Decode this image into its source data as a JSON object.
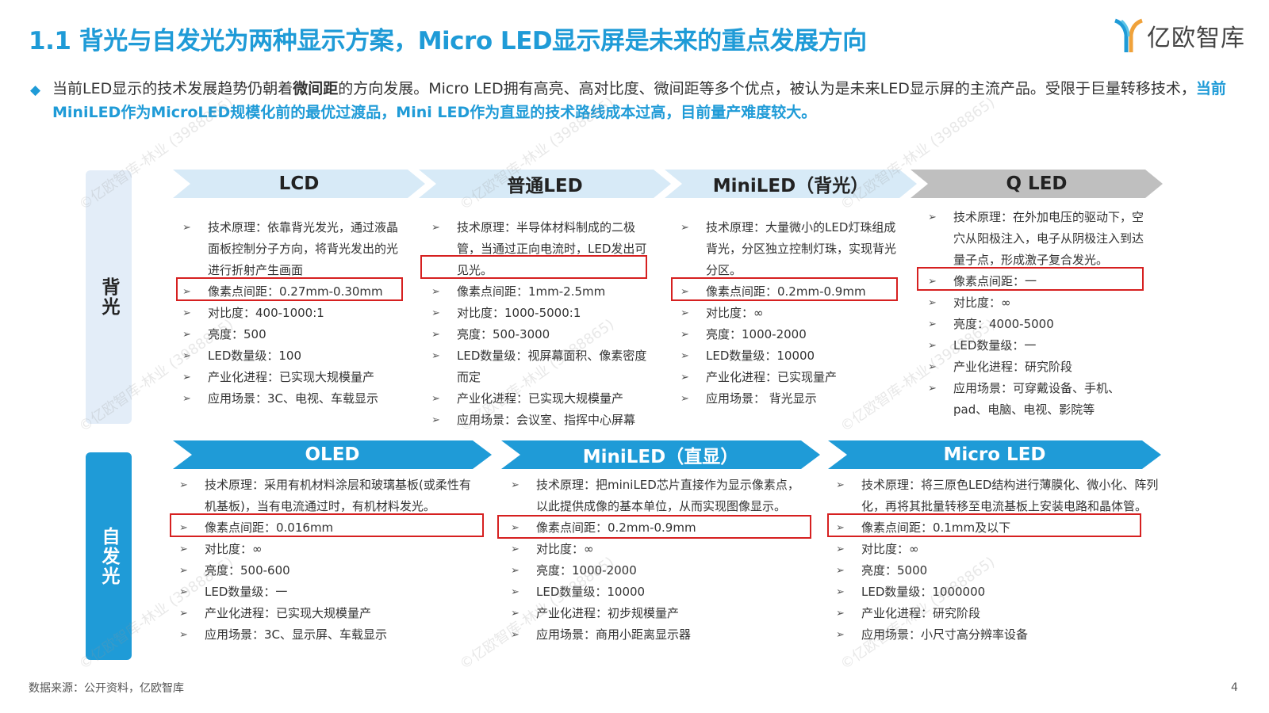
{
  "header": {
    "title": "1.1 背光与自发光为两种显示方案，Micro LED显示屏是未来的重点发展方向",
    "logo_text": "亿欧智库"
  },
  "intro": {
    "part1": "当前LED显示的技术发展趋势仍朝着",
    "bold1": "微间距",
    "part2": "的方向发展。Micro LED拥有高亮、高对比度、微间距等多个优点，被认为是未来LED显示屏的主流产品。受限于巨量转移技术，",
    "highlight": "当前MiniLED作为MicroLED规模化前的最优过渡品，Mini LED作为直显的技术路线成本过高，目前量产难度较大。"
  },
  "groups": {
    "backlight": "背光",
    "self_emissive": "自发光"
  },
  "columns": {
    "lcd": {
      "title": "LCD",
      "items": [
        "技术原理：依靠背光发光，通过液晶面板控制分子方向，将背光发出的光进行折射产生画面",
        "像素点间距：0.27mm-0.30mm",
        "对比度：400-1000:1",
        "亮度：500",
        "LED数量级：100",
        "产业化进程：已实现大规模量产",
        "应用场景：3C、电视、车载显示"
      ]
    },
    "normal_led": {
      "title": "普通LED",
      "items": [
        "技术原理：半导体材料制成的二极管，当通过正向电流时，LED发出可见光。",
        "像素点间距：1mm-2.5mm",
        "对比度：1000-5000:1",
        "亮度：500-3000",
        "LED数量级：视屏幕面积、像素密度而定",
        "产业化进程：已实现大规模量产",
        "应用场景：会议室、指挥中心屏幕"
      ]
    },
    "miniled_backlight": {
      "title": "MiniLED（背光）",
      "items": [
        "技术原理：大量微小的LED灯珠组成背光，分区独立控制灯珠，实现背光分区。",
        "像素点间距：0.2mm-0.9mm",
        "对比度：∞",
        "亮度：1000-2000",
        "LED数量级：10000",
        "产业化进程：已实现量产",
        "应用场景： 背光显示"
      ]
    },
    "qled": {
      "title": "Q LED",
      "items": [
        "技术原理：在外加电压的驱动下，空穴从阳极注入，电子从阴极注入到达量子点，形成激子复合发光。",
        "像素点间距：一",
        "对比度：∞",
        "亮度：4000-5000",
        "LED数量级：一",
        "产业化进程：研究阶段",
        "应用场景：可穿戴设备、手机、pad、电脑、电视、影院等"
      ]
    },
    "oled": {
      "title": "OLED",
      "items": [
        "技术原理：采用有机材料涂层和玻璃基板(或柔性有机基板)，当有电流通过时，有机材料发光。",
        "像素点间距：0.016mm",
        "对比度：∞",
        "亮度：500-600",
        "LED数量级：一",
        "产业化进程：已实现大规模量产",
        "应用场景：3C、显示屏、车载显示"
      ]
    },
    "miniled_direct": {
      "title": "MiniLED（直显）",
      "items": [
        "技术原理：把miniLED芯片直接作为显示像素点，以此提供成像的基本单位，从而实现图像显示。",
        "像素点间距：0.2mm-0.9mm",
        "对比度：∞",
        "亮度：1000-2000",
        "LED数量级：10000",
        "产业化进程：初步规模量产",
        "应用场景：商用小距离显示器"
      ]
    },
    "microled": {
      "title": "Micro LED",
      "items": [
        "技术原理：将三原色LED结构进行薄膜化、微小化、阵列化，再将其批量转移至电流基板上安装电路和晶体管。",
        "像素点间距：0.1mm及以下",
        "对比度：∞",
        "亮度：5000",
        "LED数量级：1000000",
        "产业化进程：研究阶段",
        "应用场景：小尺寸高分辨率设备"
      ]
    }
  },
  "bullet_glyph": "➢",
  "watermark": "©亿欧智库-林业 (3988865)",
  "footer": {
    "source": "数据来源：公开资料，亿欧智库",
    "page_number": "4"
  },
  "colors": {
    "accent": "#1f9bd7",
    "highlight_box": "#d62020",
    "arrow_light": "#d7eaf7",
    "arrow_grey": "#bfbfbf"
  }
}
